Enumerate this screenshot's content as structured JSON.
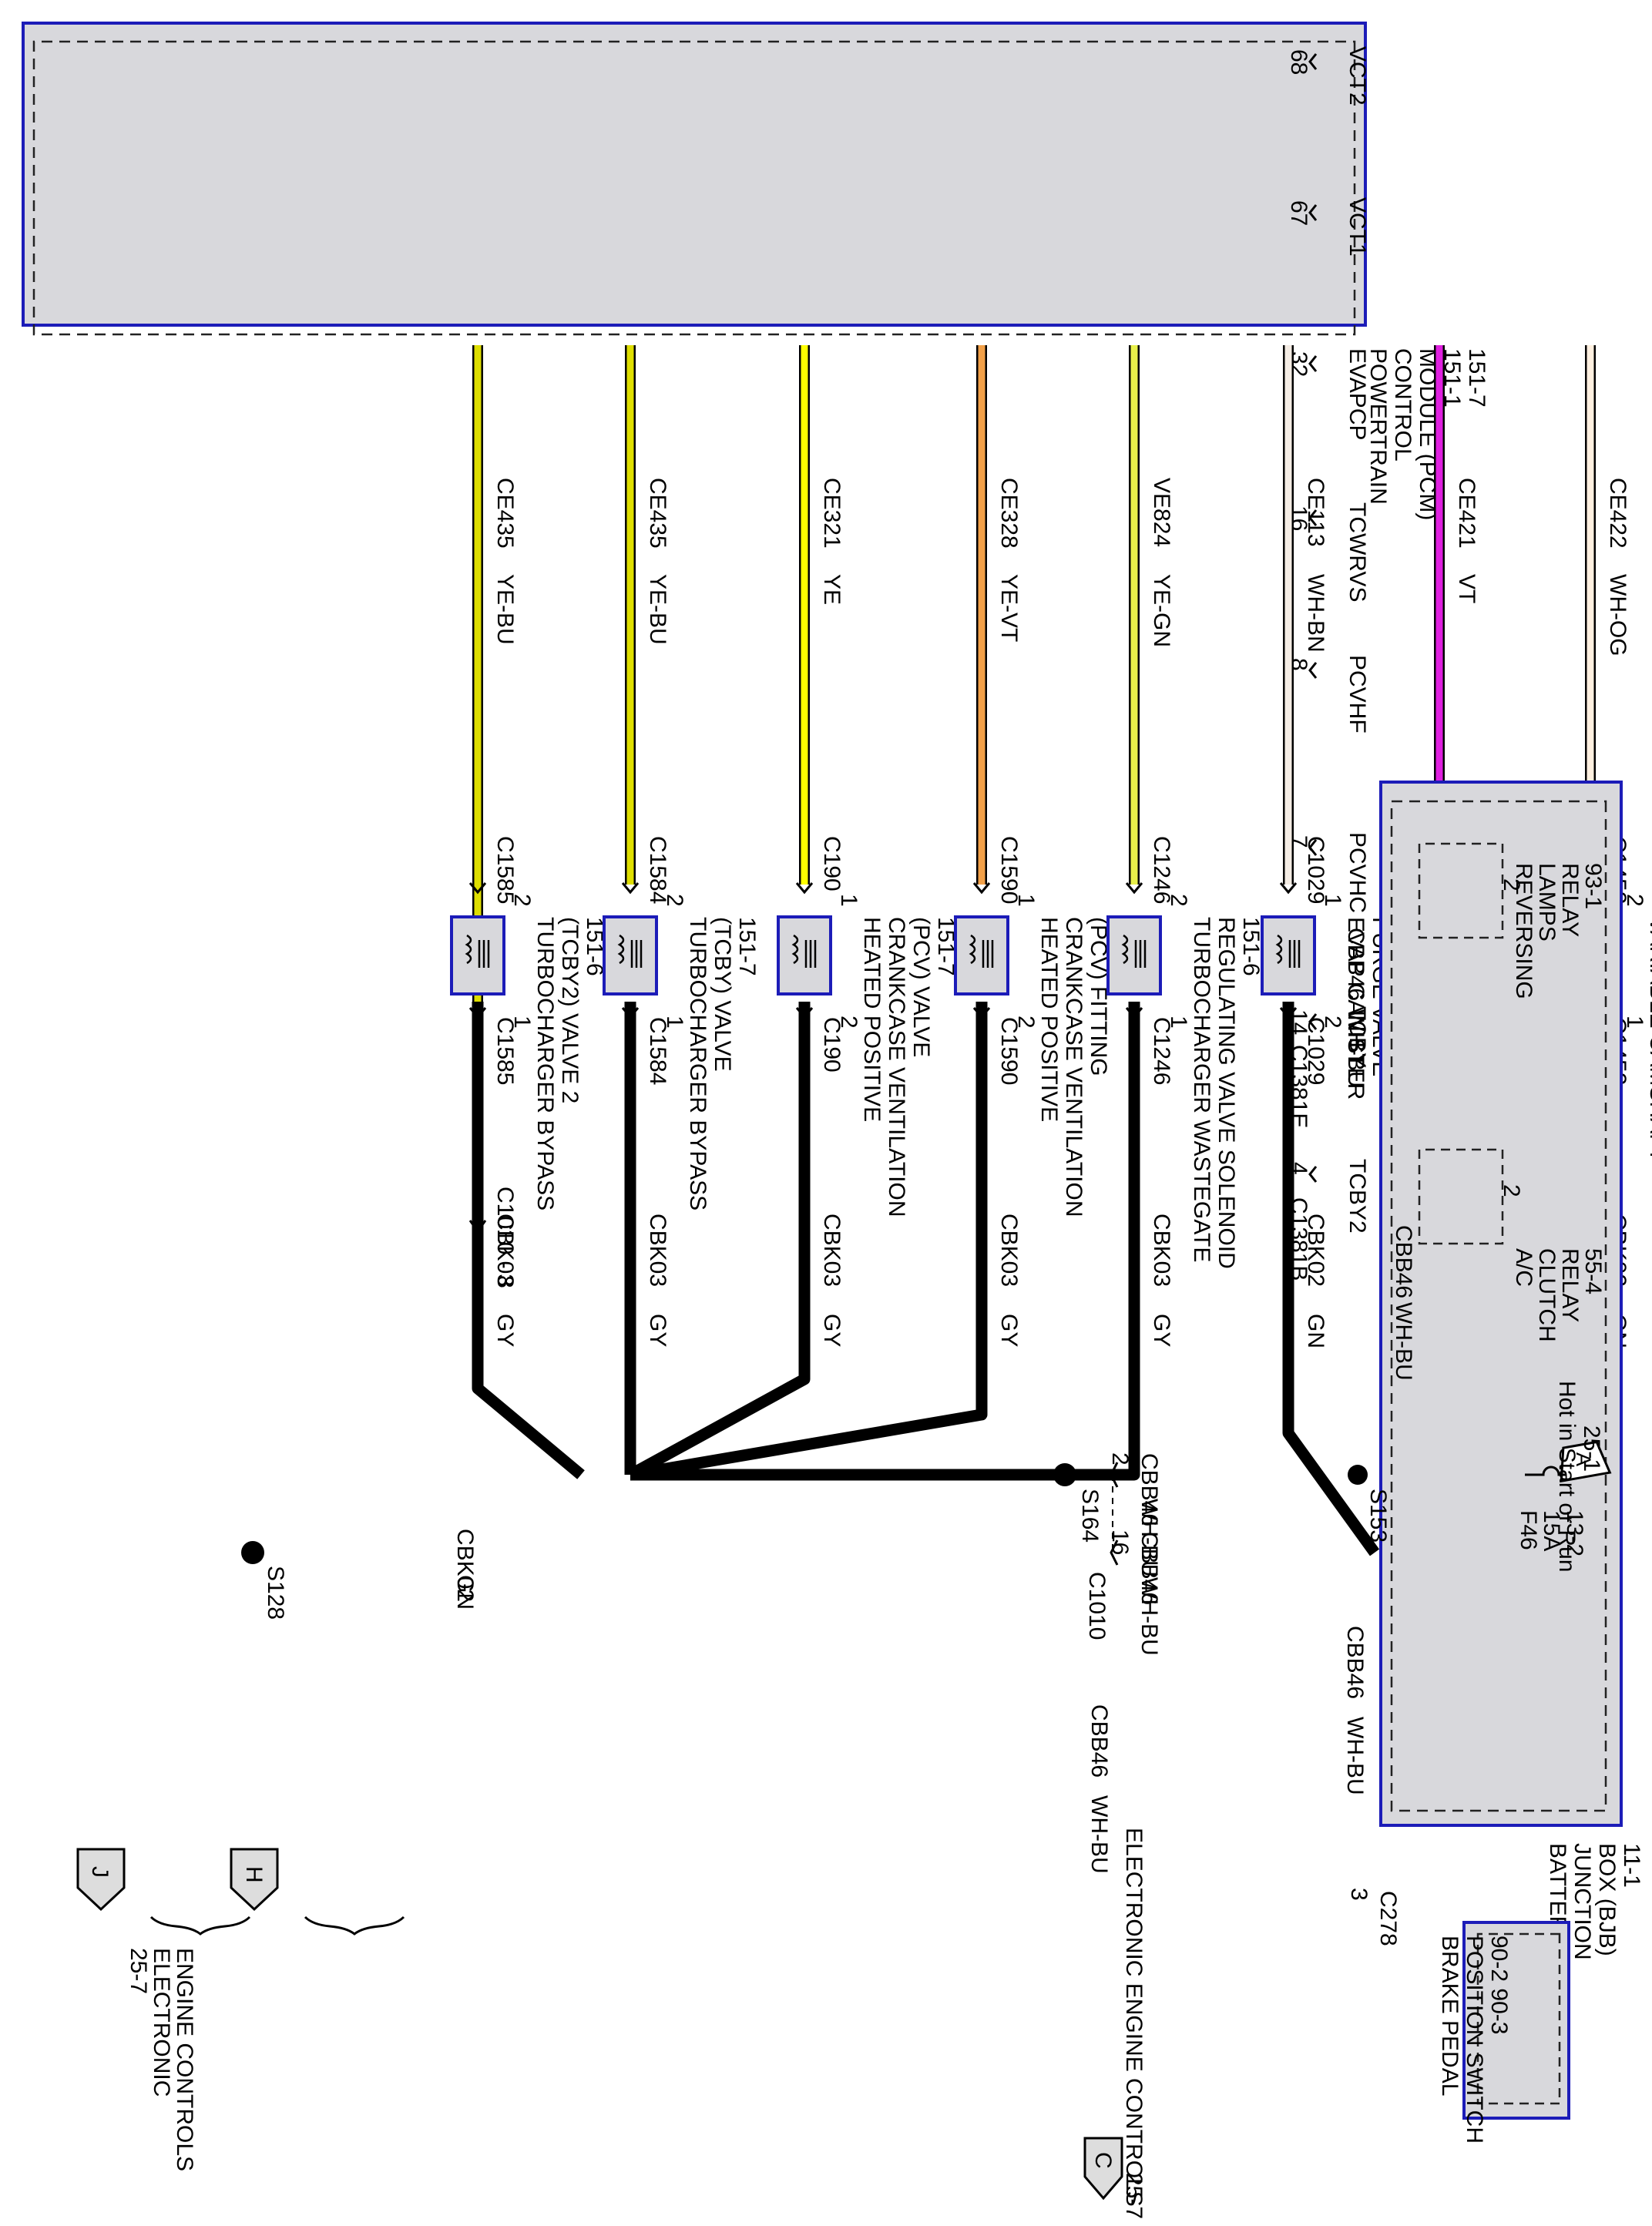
{
  "pcm": {
    "name": [
      "POWERTRAIN",
      "CONTROL",
      "MODULE (PCM)",
      "151-1",
      "151-7"
    ],
    "pins": [
      {
        "signal": "TCBY2",
        "pin": "4",
        "connector": "C1381B",
        "circuit": "CE435",
        "color": "YE-BU"
      },
      {
        "signal": "TCBY",
        "pin": "14",
        "connector": "C1381E",
        "circuit": "CE435",
        "color": "YE-BU"
      },
      {
        "signal": "PCVHC",
        "pin": "7",
        "connector": "",
        "circuit": "CE321",
        "color": "YE"
      },
      {
        "signal": "PCVHF",
        "pin": "8",
        "connector": "",
        "circuit": "CE328",
        "color": "YE-VT"
      },
      {
        "signal": "TCWRVS",
        "pin": "16",
        "connector": "",
        "circuit": "VE824",
        "color": "YE-GN"
      },
      {
        "signal": "EVAPCP",
        "pin": "32",
        "connector": "",
        "circuit": "CE113",
        "color": "WH-BN"
      },
      {
        "signal": "VCT1",
        "pin": "67",
        "connector": "",
        "circuit": "CE421",
        "color": "VT"
      },
      {
        "signal": "VCT2",
        "pin": "68",
        "connector": "",
        "circuit": "CE422",
        "color": "WH-OG"
      }
    ]
  },
  "inline_connector": "C1010 - 8",
  "components": [
    {
      "connector": "C1585",
      "in_pin": "2",
      "out_pin": "1",
      "name": [
        "TURBOCHARGER BYPASS",
        "(TCBY2) VALVE 2",
        "151-6"
      ],
      "ground_circuit": "CBK03",
      "ground_color": "GY"
    },
    {
      "connector": "C1584",
      "in_pin": "2",
      "out_pin": "1",
      "name": [
        "TURBOCHARGER BYPASS",
        "(TCBY) VALVE",
        "151-7"
      ],
      "ground_circuit": "CBK03",
      "ground_color": "GY"
    },
    {
      "connector": "C190",
      "in_pin": "1",
      "out_pin": "2",
      "name": [
        "HEATED POSITIVE",
        "CRANKCASE VENTILATION",
        "(PCV) VALVE",
        "151-7"
      ],
      "ground_circuit": "CBK03",
      "ground_color": "GY"
    },
    {
      "connector": "C1590",
      "in_pin": "1",
      "out_pin": "2",
      "name": [
        "HEATED POSITIVE",
        "CRANKCASE VENTILATION",
        "(PCV) FITTING",
        "151-7"
      ],
      "ground_circuit": "CBK03",
      "ground_color": "GY"
    },
    {
      "connector": "C1246",
      "in_pin": "2",
      "out_pin": "1",
      "name": [
        "TURBOCHARGER WASTEGATE",
        "REGULATING VALVE SOLENOID",
        "151-6"
      ],
      "ground_circuit": "CBK03",
      "ground_color": "GY"
    },
    {
      "connector": "C1029",
      "in_pin": "1",
      "out_pin": "2",
      "name": [
        "EVAP CANISTER",
        "PURGE VALVE",
        "151-7"
      ],
      "ground_circuit": "CBK02",
      "ground_color": "GN"
    },
    {
      "connector": "C1451",
      "in_pin": "2",
      "out_pin": "1",
      "name": [
        "VARIABLE CAMSHAFT",
        "TIMING (VCT) SOLENOID 1",
        "151-7"
      ],
      "ground_circuit": "CBK02",
      "ground_color": "GN"
    },
    {
      "connector": "C1452",
      "in_pin": "2",
      "out_pin": "1",
      "name": [
        "VARIABLE CAMSHAFT",
        "TIMING (VCT) SOLENOID 2",
        "151-6"
      ],
      "ground_circuit": "CBK02",
      "ground_color": "GN"
    }
  ],
  "splices": {
    "s164": "S164",
    "s153": "S153",
    "s128": "S128"
  },
  "c1010": {
    "name": "C1010",
    "pin_a": "2",
    "pin_b": "16"
  },
  "cbb": {
    "circuit": "CBB46",
    "color": "WH-BU"
  },
  "cbk02": {
    "circuit": "CBK02",
    "color": "GN"
  },
  "bjb": {
    "name": [
      "BATTERY",
      "JUNCTION",
      "BOX (BJB)",
      "11-1"
    ],
    "reversing": {
      "name": [
        "REVERSING",
        "LAMPS",
        "RELAY",
        "93-1"
      ],
      "pin": "2"
    },
    "ac": {
      "name": [
        "A/C",
        "CLUTCH",
        "RELAY",
        "55-4"
      ],
      "pin": "2"
    },
    "hot": [
      "Hot in Start or Run",
      "25-1"
    ],
    "hot_marker": "A",
    "fuse": [
      "F46",
      "15A",
      "13-2"
    ]
  },
  "brake": {
    "connector": "C278",
    "pin": "3",
    "name": [
      "BRAKE PEDAL",
      "POSITION SWITCH",
      "90-2  90-3"
    ]
  },
  "ref_c": {
    "letter": "C",
    "page": "25-7",
    "label": "ELECTRONIC ENGINE CONTROLS"
  },
  "ref_h": {
    "letter": "H"
  },
  "ref_j": {
    "letter": "J"
  },
  "ref_group": [
    "25-7",
    "ELECTRONIC",
    "ENGINE CONTROLS"
  ],
  "colors": {
    "YE-BU": "#dede00",
    "YE": "#ffff00",
    "YE-VT": "#f2a048",
    "YE-GN": "#e8f04a",
    "WH-BN": "#f4ece4",
    "VT": "#e020e0",
    "WH-OG": "#fff0e0",
    "box": "#1c1cb8",
    "fill": "#d8d8dc"
  }
}
